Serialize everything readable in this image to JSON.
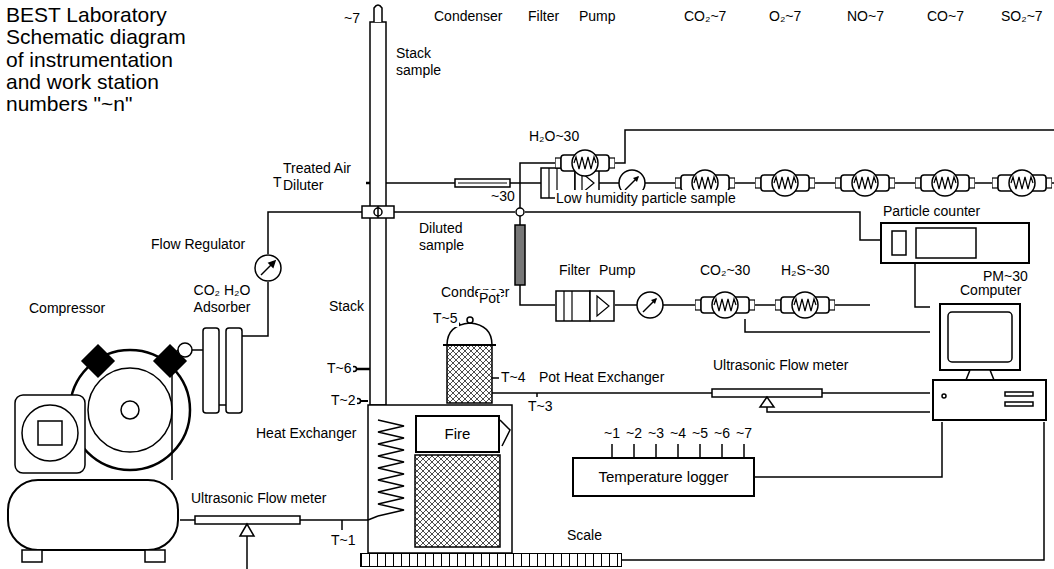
{
  "diagram": {
    "title": "BEST Laboratory Schematic diagram of instrumentation and work station numbers \"~n\"",
    "nodes": [
      {
        "text": [
          "Particle counter",
          "PM~30"
        ]
      },
      {
        "text": [
          "Computer"
        ]
      },
      {
        "text": [
          "Fire"
        ]
      },
      {
        "text": [
          "Temperature logger"
        ]
      },
      {
        "text": [
          "Scale"
        ]
      }
    ],
    "edges": [
      {
        "from": 3,
        "to": 1,
        "arrow": "none"
      },
      {
        "from": 0,
        "to": 1,
        "arrow": "none"
      },
      {
        "from": 4,
        "to": 1,
        "arrow": "none"
      }
    ],
    "labels": [
      "Condenser",
      "Filter",
      "Pump",
      "CO₂~7",
      "O₂~7",
      "NO~7",
      "CO~7",
      "SO₂~7",
      "~7",
      "Stack sample",
      "T~7",
      "H₂O~30",
      "Treated Air Diluter",
      "Diluted sample",
      "~30",
      "Low humidity particle sample",
      "Flow Regulator",
      "Condenser",
      "Filter",
      "Pump",
      "CO₂~30",
      "H₂S~30",
      "CO₂ H₂O Adsorber",
      "Compressor",
      "Stack",
      "T~5",
      "Pot",
      "T~4",
      "Pot Heat Exchanger",
      "Ultrasonic Flow meter",
      "T~3",
      "T~6",
      "T~2",
      "Heat Exchanger",
      "Ultrasonic Flow meter",
      "T~1",
      "~1",
      "~2",
      "~3",
      "~4",
      "~5",
      "~6",
      "~7"
    ]
  }
}
